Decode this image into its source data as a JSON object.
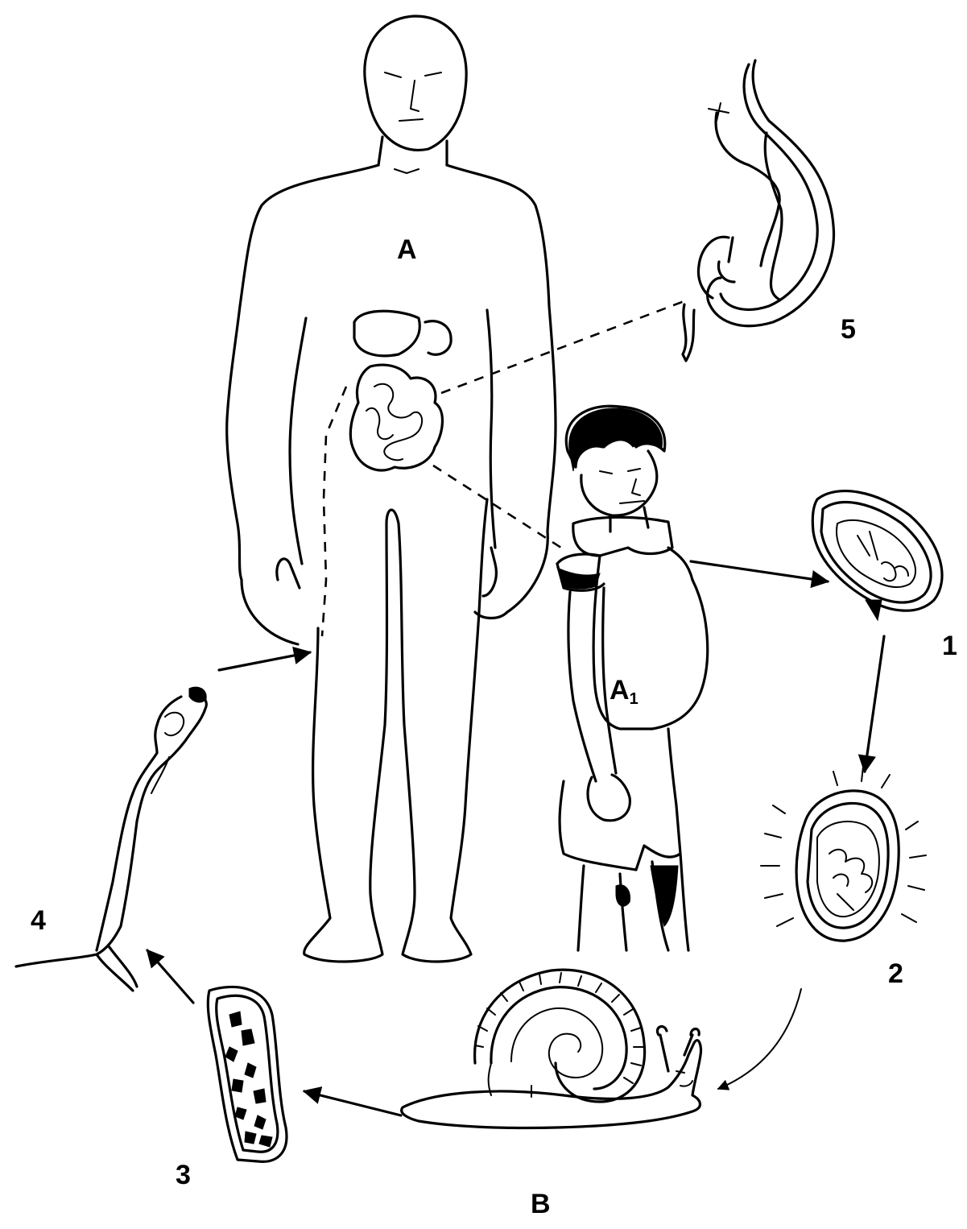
{
  "labels": {
    "host_adult": "A",
    "host_child": "A",
    "host_child_subscript": "1",
    "intermediate_host": "B",
    "stage_1": "1",
    "stage_2": "2",
    "stage_3": "3",
    "stage_4": "4",
    "stage_5": "5"
  },
  "colors": {
    "ink": "#000000",
    "paper": "#ffffff"
  }
}
